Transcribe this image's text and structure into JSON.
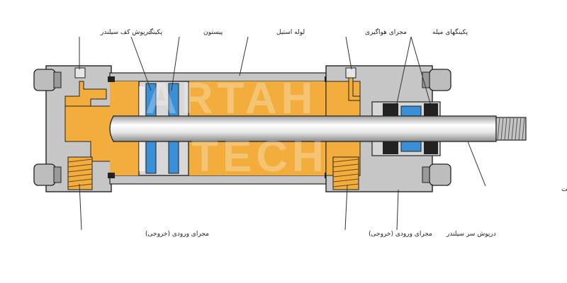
{
  "labels": {
    "end_cap_rear": "درپوش کف سیلندر",
    "seal": "پکینگ",
    "piston": "پیستون",
    "steel_tube": "لوله استیل",
    "air_vent": "مجرای هواگیری",
    "rod_seals": "پکینگهای میله",
    "piston_rod": "میله پیستون سنگ زده و سخت",
    "port_rear": "مجرای ورودی (خروجی)",
    "port_front": "مجرای ورودی (خروجی)",
    "end_cap_front": "درپوش سر سیلندر"
  },
  "watermark": {
    "line1": "ARTAH",
    "line2": "TECH"
  },
  "colors": {
    "oil": "#f2ad3c",
    "metal": "#c9c9c9",
    "seal_blue": "#3a8fd6",
    "outline": "#1a1a1a"
  }
}
